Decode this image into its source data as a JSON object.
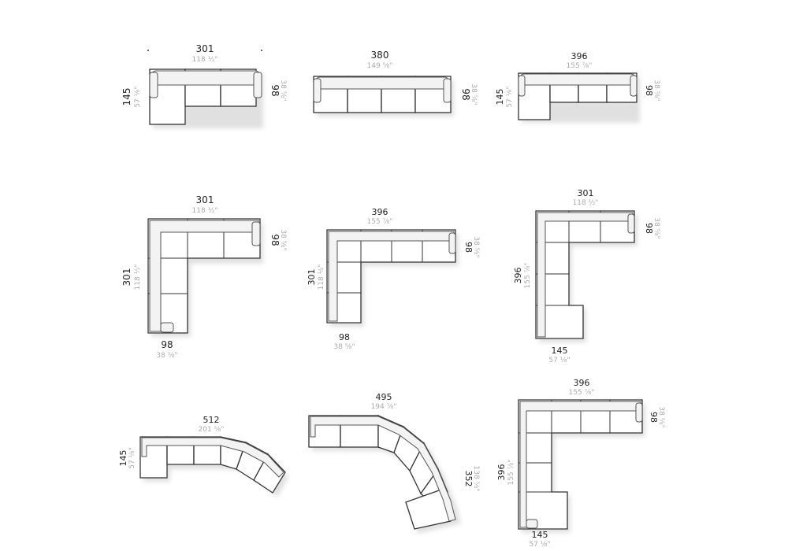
{
  "configurations": [
    {
      "id": "chaise-3-seat",
      "width_cm": "301",
      "width_in": "118 ½\"",
      "depth_cm": "145",
      "depth_in": "57 ⅛\"",
      "side_cm": "98",
      "side_in": "38 ⅝\""
    },
    {
      "id": "straight-4-seat",
      "width_cm": "380",
      "width_in": "149 ⅝\"",
      "side_cm": "98",
      "side_in": "38 ⅝\""
    },
    {
      "id": "chaise-4-seat",
      "width_cm": "396",
      "width_in": "155 ⅞\"",
      "depth_cm": "145",
      "depth_in": "57 ⅛\"",
      "side_cm": "98",
      "side_in": "38 ⅝\""
    },
    {
      "id": "corner-301x301",
      "width_cm": "301",
      "width_in": "118 ½\"",
      "height_cm": "301",
      "height_in": "118 ½\"",
      "bottom_cm": "98",
      "bottom_in": "38 ⅝\"",
      "side_cm": "98",
      "side_in": "38 ⅝\""
    },
    {
      "id": "corner-396x301",
      "width_cm": "396",
      "width_in": "155 ⅞\"",
      "height_cm": "301",
      "height_in": "118 ½\"",
      "bottom_cm": "98",
      "bottom_in": "38 ⅝\"",
      "side_cm": "98",
      "side_in": "38 ⅝\""
    },
    {
      "id": "corner-chaise-301x396",
      "width_cm": "301",
      "width_in": "118 ½\"",
      "height_cm": "396",
      "height_in": "155 ⅞\"",
      "bottom_cm": "145",
      "bottom_in": "57 ⅛\"",
      "side_cm": "98",
      "side_in": "38 ⅝\""
    },
    {
      "id": "curved-chaise",
      "width_cm": "512",
      "width_in": "201 ⅝\"",
      "depth_cm": "145",
      "depth_in": "57 ⅛\""
    },
    {
      "id": "curved-long",
      "width_cm": "495",
      "width_in": "194 ⅞\"",
      "height_cm": "352",
      "height_in": "138 ⅝\""
    },
    {
      "id": "corner-chaise-396x396",
      "width_cm": "396",
      "width_in": "155 ⅞\"",
      "height_cm": "396",
      "height_in": "155 ⅞\"",
      "bottom_cm": "145",
      "bottom_in": "57 ⅛\"",
      "side_cm": "98",
      "side_in": "38 ⅝\""
    }
  ]
}
